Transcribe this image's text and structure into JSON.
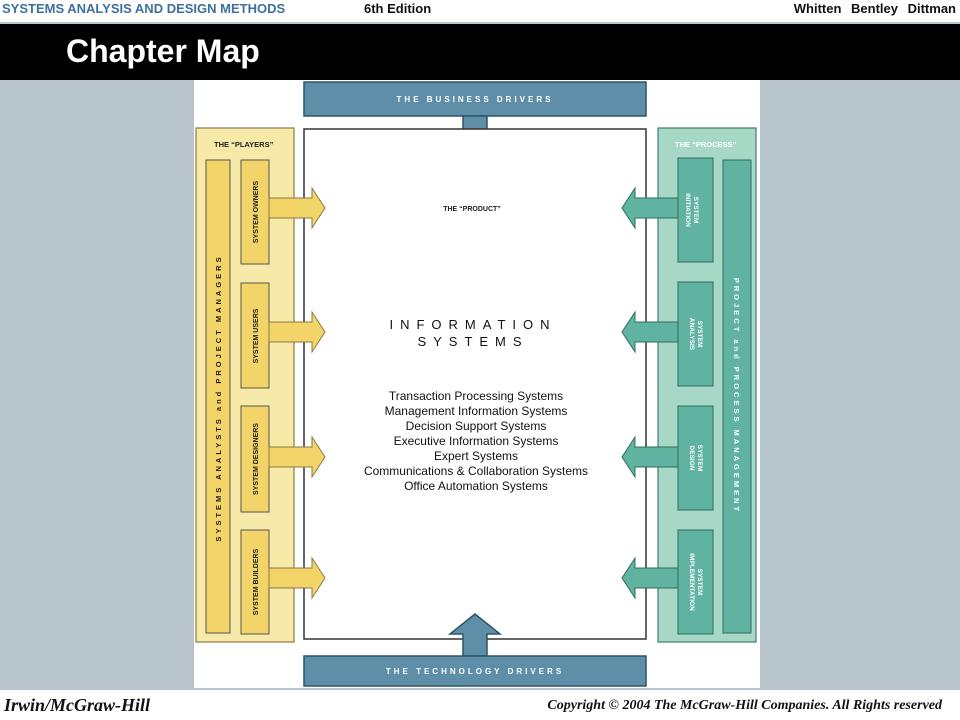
{
  "header": {
    "course_title": "SYSTEMS ANALYSIS AND DESIGN METHODS",
    "edition": "6th Edition",
    "authors": "Whitten Bentley Dittman"
  },
  "slide": {
    "title": "Chapter Map"
  },
  "diagram": {
    "business_drivers": "THE BUSINESS DRIVERS",
    "technology_drivers": "THE TECHNOLOGY DRIVERS",
    "players": {
      "heading": "THE “PLAYERS”",
      "managers": "SYSTEMS ANALYSTS and PROJECT MANAGERS",
      "roles": [
        "SYSTEM OWNERS",
        "SYSTEM USERS",
        "SYSTEM DESIGNERS",
        "SYSTEM BUILDERS"
      ]
    },
    "process": {
      "heading": "THE “PROCESS”",
      "management": "PROJECT and PROCESS MANAGEMENT",
      "phases": [
        [
          "SYSTEM",
          "INITIATION"
        ],
        [
          "SYSTEM",
          "ANALYSIS"
        ],
        [
          "SYSTEM",
          "DESIGN"
        ],
        [
          "SYSTEM",
          "IMPLEMENTATION"
        ]
      ]
    },
    "product": {
      "heading": "THE “PRODUCT”",
      "title_line1": "INFORMATION",
      "title_line2": "SYSTEMS",
      "types": [
        "Transaction Processing Systems",
        "Management Information Systems",
        "Decision Support Systems",
        "Executive Information Systems",
        "Expert Systems",
        "Communications & Collaboration Systems",
        "Office Automation Systems"
      ]
    }
  },
  "footer": {
    "publisher": "Irwin/McGraw-Hill",
    "copyright": "Copyright © 2004 The McGraw-Hill Companies. All Rights reserved"
  },
  "colors": {
    "players_fill": "#f7e9a8",
    "players_box": "#f2d468",
    "process_fill": "#a7d8c6",
    "process_box": "#5fb3a0",
    "drivers": "#5f8fa8",
    "page_bg": "#b8c4cc"
  }
}
